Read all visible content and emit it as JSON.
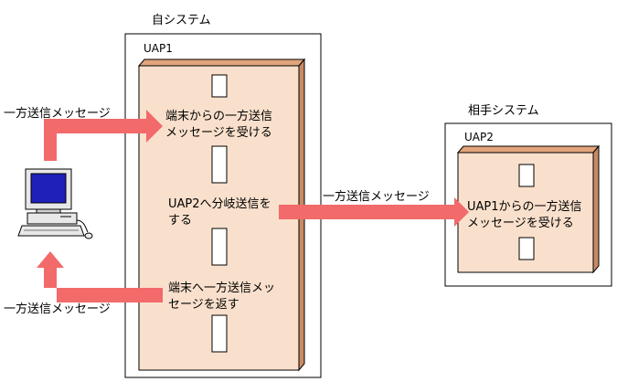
{
  "own_system": {
    "title": "自システム",
    "program": "UAP1",
    "step1": [
      "端末からの一方送信",
      "メッセージを受ける"
    ],
    "step2": [
      "UAP2へ分岐送信を",
      "する"
    ],
    "step3": [
      "端末へ一方送信メッ",
      "セージを返す"
    ]
  },
  "partner_system": {
    "title": "相手システム",
    "program": "UAP2",
    "step": [
      "UAP1からの一方送信",
      "メッセージを受ける"
    ]
  },
  "arrows": {
    "incoming": "一方送信メッセージ",
    "branch": "一方送信メッセージ",
    "outgoing": "一方送信メッセージ"
  },
  "colors": {
    "arrow": "#f26a6a",
    "block_face": "#f9e0cc",
    "block_top": "#e2a47c",
    "block_side": "#c98a63",
    "terminal_screen": "#1e20b8"
  },
  "icons": {
    "terminal": "desktop-computer-icon"
  }
}
